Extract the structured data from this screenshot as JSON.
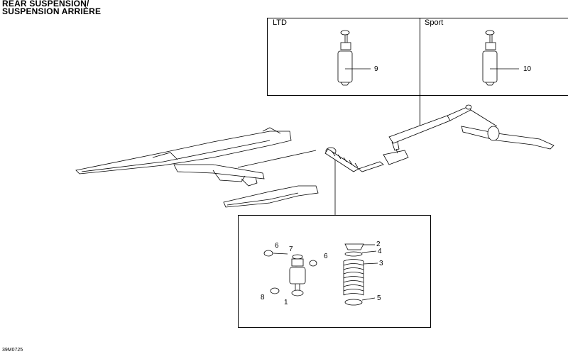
{
  "title": {
    "line1": "REAR SUSPENSION/",
    "line2": "SUSPENSION ARRIÈRE"
  },
  "inset_top": {
    "left_label": "LTD",
    "right_label": "Sport",
    "left_callout": "9",
    "right_callout": "10"
  },
  "inset_bottom": {
    "callouts": {
      "c1": "1",
      "c2": "2",
      "c3": "3",
      "c4": "4",
      "c5": "5",
      "c6a": "6",
      "c6b": "6",
      "c7": "7",
      "c8": "8"
    }
  },
  "drawing_code": "39M0725"
}
